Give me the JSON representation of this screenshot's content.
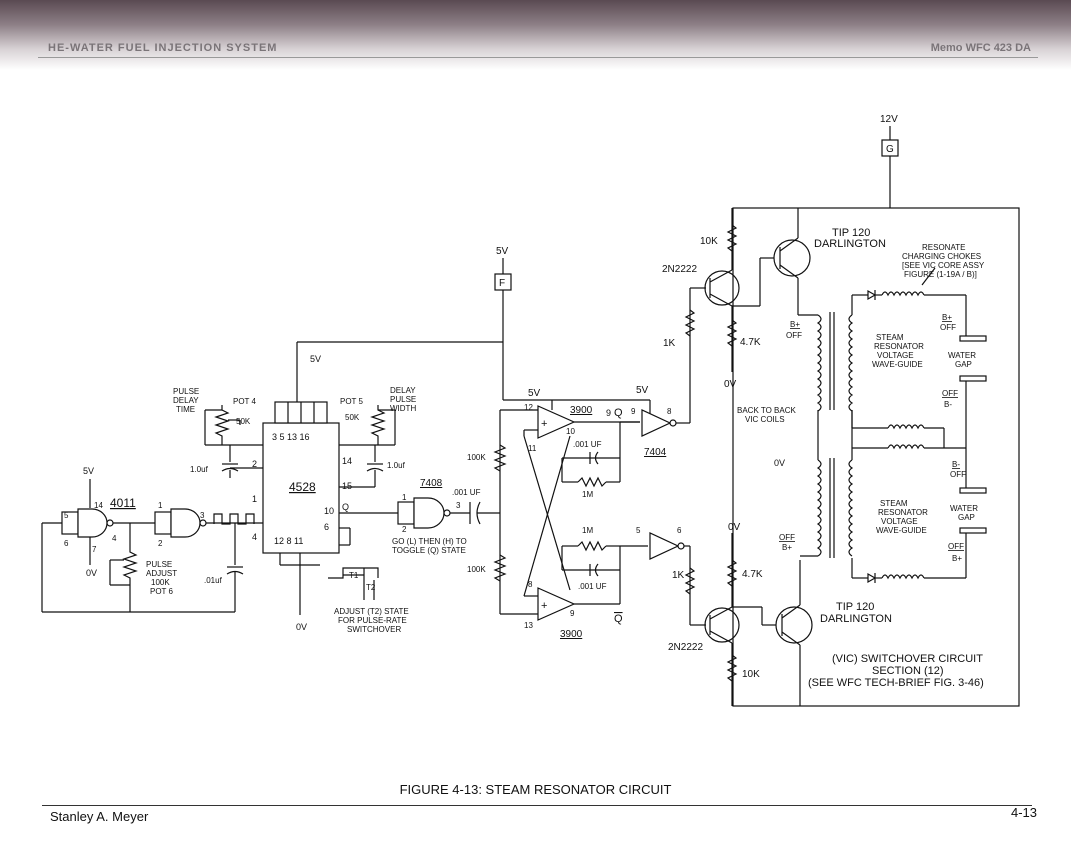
{
  "header": {
    "left": "HE-WATER FUEL INJECTION SYSTEM",
    "right": "Memo WFC 423 DA"
  },
  "supplies": {
    "v12": "12V",
    "g": "G",
    "v5_top": "5V",
    "f": "F",
    "v5": "5V",
    "ov": "0V"
  },
  "timer": {
    "chip": "4528",
    "pins_top": "3  5  13  16",
    "pins_bottom": "12   8   11",
    "pin2": "2",
    "pin1": "1",
    "pin4": "4",
    "pin14": "14",
    "pin15": "15",
    "pin10": "10",
    "pin6": "6",
    "pinQ": "Q",
    "pot4": "POT 4",
    "pot4_val": "50K",
    "pulse_delay": [
      "PULSE",
      "DELAY",
      "TIME"
    ],
    "pot5": "POT 5",
    "pot5_val": "50K",
    "delay_width": [
      "DELAY",
      "PULSE",
      "WIDTH"
    ],
    "cap_left": "1.0uf",
    "cap_right": "1.0uf"
  },
  "osc": {
    "chip": "4011",
    "pin5": "5",
    "pin6": "6",
    "pin7": "7",
    "pin14": "14",
    "pin4": "4",
    "pin1": "1",
    "pin2": "2",
    "pin3": "3",
    "v5": "5V",
    "ov": "0V",
    "adjust": [
      "PULSE",
      "ADJUST",
      "100K",
      "POT 6"
    ],
    "cap": ".01uf"
  },
  "gate7408": {
    "chip": "7408",
    "pin1": "1",
    "pin2": "2",
    "pin3": "3",
    "cap": ".001 UF",
    "note": [
      "GO (L) THEN (H) TO",
      "TOGGLE (Q) STATE"
    ],
    "t1": "T1",
    "t2": "T2",
    "adjust_note": [
      "ADJUST (T2) STATE",
      "FOR PULSE-RATE",
      "SWITCHOVER"
    ]
  },
  "flipflop": {
    "chip_top": "3900",
    "chip_bottom": "3900",
    "v5a": "5V",
    "v5b": "5V",
    "r_top": "100K",
    "r_bottom": "100K",
    "p12": "12",
    "p10": "10",
    "p11": "11",
    "p9a": "9",
    "p8": "8",
    "p13": "13",
    "p9b": "9",
    "q": "Q",
    "qbar": "Q",
    "cap_top": ".001 UF",
    "r1": "1M",
    "r2": "1M",
    "cap_bottom": ".001 UF"
  },
  "inverter": {
    "chip": "7404",
    "p9": "9",
    "p8": "8",
    "p5": "5",
    "p6": "6"
  },
  "driver": {
    "q_top": "2N2222",
    "q_bottom": "2N2222",
    "r10k_top": "10K",
    "r1k_top": "1K",
    "r47_top": "4.7K",
    "ov_top": "0V",
    "r1k_bottom": "1K",
    "r47_bottom": "4.7K",
    "ov_bottom": "0V",
    "r10k_bottom": "10K",
    "darl_top": [
      "TIP 120",
      "DARLINGTON"
    ],
    "darl_bottom": [
      "TIP 120",
      "DARLINGTON"
    ]
  },
  "vic": {
    "chokes": [
      "RESONATE",
      "CHARGING CHOKES",
      "[SEE VIC CORE ASSY",
      "FIGURE (1-19A / B)]"
    ],
    "wg_top": [
      "STEAM",
      "RESONATOR",
      "VOLTAGE",
      "WAVE-GUIDE"
    ],
    "wg_bottom": [
      "STEAM",
      "RESONATOR",
      "VOLTAGE",
      "WAVE-GUIDE"
    ],
    "gap_top": [
      "WATER",
      "GAP"
    ],
    "gap_bottom": [
      "WATER",
      "GAP"
    ],
    "bplus": "B+",
    "off": "OFF",
    "bminus": "B-",
    "b2b": [
      "BACK TO BACK",
      "VIC COILS"
    ],
    "ov": "0V",
    "switchover": [
      "(VIC) SWITCHOVER CIRCUIT",
      "SECTION (12)",
      "(SEE WFC TECH-BRIEF  FIG. 3-46)"
    ]
  },
  "caption": "FIGURE 4-13: STEAM RESONATOR CIRCUIT",
  "footer": {
    "author": "Stanley A. Meyer",
    "page": "4-13"
  }
}
